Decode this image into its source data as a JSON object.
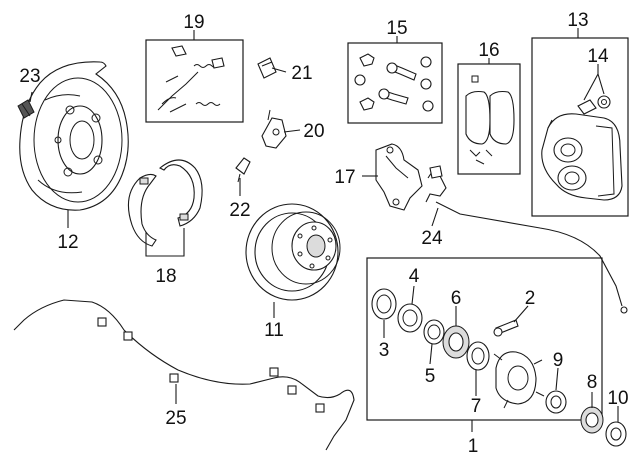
{
  "diagram": {
    "callouts": [
      "1",
      "2",
      "3",
      "4",
      "5",
      "6",
      "7",
      "8",
      "9",
      "10",
      "11",
      "12",
      "13",
      "14",
      "15",
      "16",
      "17",
      "18",
      "19",
      "20",
      "21",
      "22",
      "23",
      "24",
      "25"
    ]
  },
  "colors": {
    "line": "#1a1a1a",
    "background": "#ffffff",
    "shade": "#dcdcdc"
  }
}
